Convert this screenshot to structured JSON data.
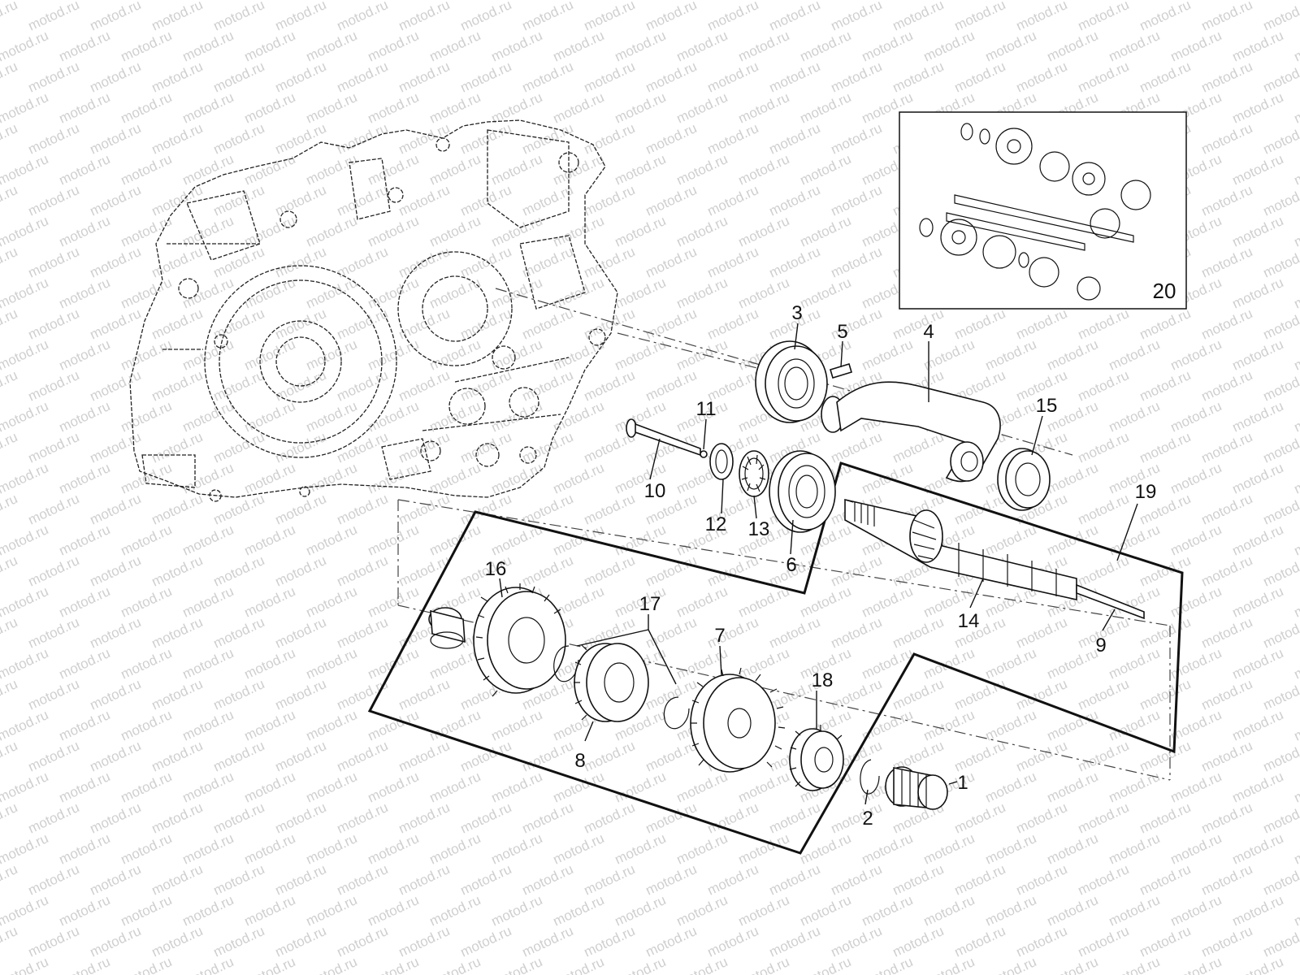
{
  "watermark": "motod.ru",
  "callouts": {
    "n1": "1",
    "n2": "2",
    "n3": "3",
    "n4": "4",
    "n5": "5",
    "n6": "6",
    "n7": "7",
    "n8": "8",
    "n9": "9",
    "n10": "10",
    "n11": "11",
    "n12": "12",
    "n13": "13",
    "n14": "14",
    "n15": "15",
    "n16": "16",
    "n17": "17",
    "n18": "18",
    "n19": "19",
    "n20": "20"
  }
}
